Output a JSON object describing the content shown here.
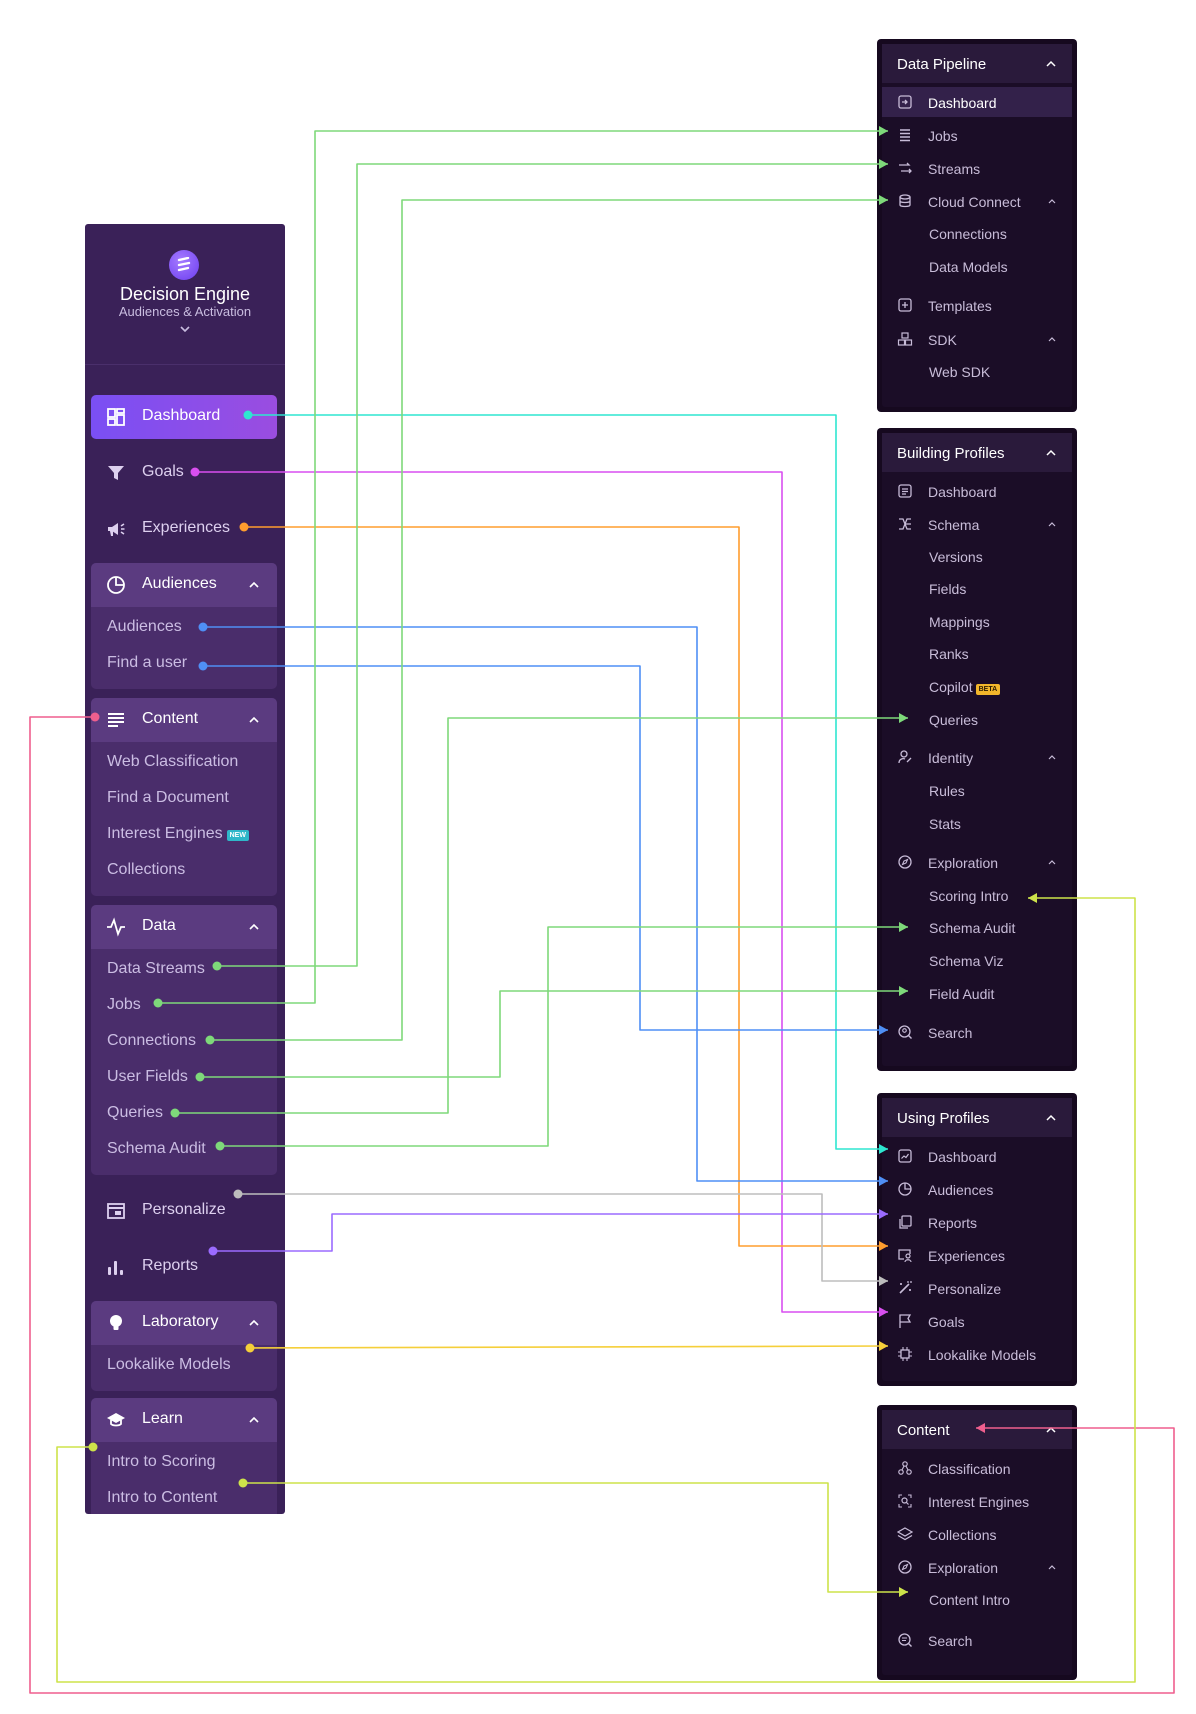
{
  "sidebar": {
    "brand": {
      "title": "Decision Engine",
      "subtitle": "Audiences & Activation"
    },
    "items": {
      "dashboard": "Dashboard",
      "goals": "Goals",
      "experiences": "Experiences",
      "personalize": "Personalize",
      "reports": "Reports"
    },
    "sections": {
      "audiences": {
        "label": "Audiences",
        "items": [
          "Audiences",
          "Find a user"
        ]
      },
      "content": {
        "label": "Content",
        "items": [
          "Web Classification",
          "Find a Document",
          "Interest Engines",
          "Collections"
        ],
        "new_badge": "NEW"
      },
      "data": {
        "label": "Data",
        "items": [
          "Data Streams",
          "Jobs",
          "Connections",
          "User Fields",
          "Queries",
          "Schema Audit"
        ]
      },
      "laboratory": {
        "label": "Laboratory",
        "items": [
          "Lookalike Models"
        ]
      },
      "learn": {
        "label": "Learn",
        "items": [
          "Intro to Scoring",
          "Intro to Content"
        ]
      }
    }
  },
  "panels": {
    "data_pipeline": {
      "title": "Data Pipeline",
      "items": [
        "Dashboard",
        "Jobs",
        "Streams",
        "Cloud Connect",
        "Connections",
        "Data Models",
        "Templates",
        "SDK",
        "Web SDK"
      ]
    },
    "building_profiles": {
      "title": "Building Profiles",
      "items": [
        "Dashboard",
        "Schema",
        "Versions",
        "Fields",
        "Mappings",
        "Ranks",
        "Copilot",
        "Queries",
        "Identity",
        "Rules",
        "Stats",
        "Exploration",
        "Scoring Intro",
        "Schema Audit",
        "Schema Viz",
        "Field Audit",
        "Search"
      ],
      "beta_badge": "BETA"
    },
    "using_profiles": {
      "title": "Using Profiles",
      "items": [
        "Dashboard",
        "Audiences",
        "Reports",
        "Experiences",
        "Personalize",
        "Goals",
        "Lookalike Models"
      ]
    },
    "content": {
      "title": "Content",
      "items": [
        "Classification",
        "Interest Engines",
        "Collections",
        "Exploration",
        "Content Intro",
        "Search"
      ]
    }
  },
  "connector_colors": {
    "teal": "#2ee6d0",
    "magenta": "#d94ff0",
    "orange": "#ff9d2e",
    "blue": "#4f8ff5",
    "green": "#7ed97a",
    "gray": "#bdbdbd",
    "purple": "#9b6bff",
    "yellow": "#f5cf3a",
    "lime": "#cde34a",
    "pink": "#ef5f8e"
  }
}
